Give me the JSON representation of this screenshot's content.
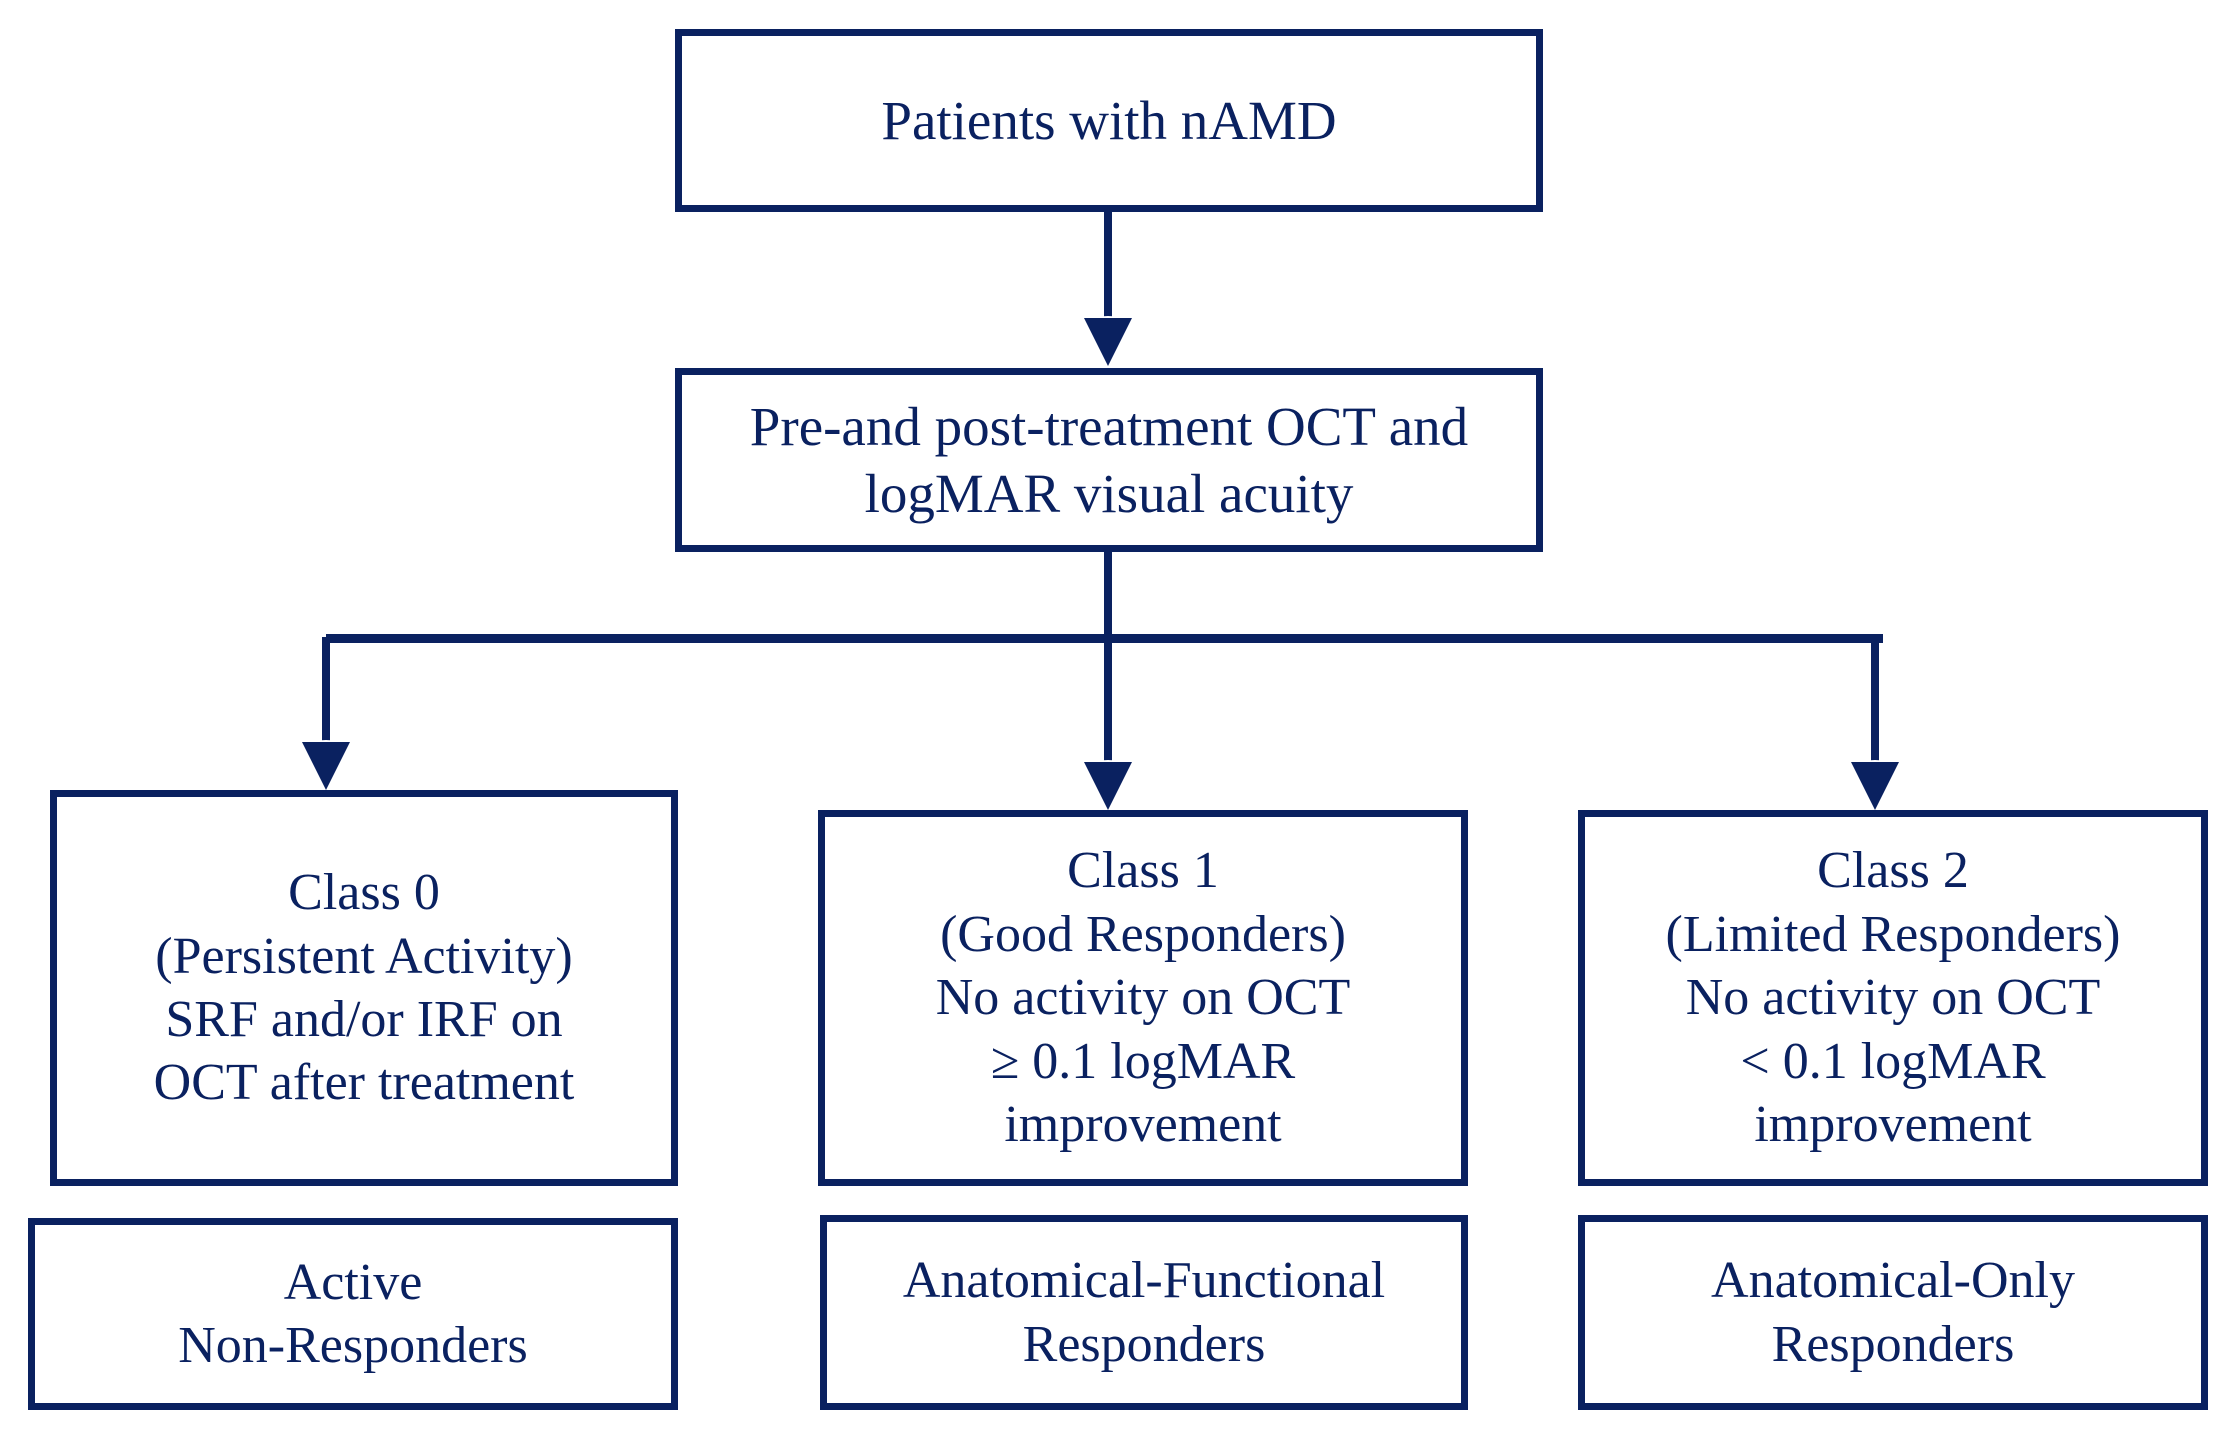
{
  "diagram": {
    "title": "nAMD treatment response classification flowchart",
    "colors": {
      "stroke": "#0a2160",
      "text": "#0a2160",
      "background": "#ffffff"
    },
    "nodes": {
      "root": {
        "text": "Patients with nAMD"
      },
      "assess": {
        "text": "Pre-and post-treatment OCT and\nlogMAR visual acuity"
      },
      "class0": {
        "text": "Class 0\n(Persistent Activity)\nSRF and/or IRF on\nOCT after treatment"
      },
      "class1": {
        "text": "Class 1\n(Good Responders)\nNo activity on OCT\n≥ 0.1 logMAR\nimprovement"
      },
      "class2": {
        "text": "Class 2\n(Limited Responders)\nNo activity on OCT\n< 0.1 logMAR\nimprovement"
      },
      "outcome0": {
        "text": "Active\nNon-Responders"
      },
      "outcome1": {
        "text": "Anatomical-Functional\nResponders"
      },
      "outcome2": {
        "text": "Anatomical-Only\nResponders"
      }
    },
    "edges": [
      {
        "from": "root",
        "to": "assess",
        "style": "arrow-down"
      },
      {
        "from": "assess",
        "to": "class0",
        "style": "bus-arrow-down"
      },
      {
        "from": "assess",
        "to": "class1",
        "style": "bus-arrow-down"
      },
      {
        "from": "assess",
        "to": "class2",
        "style": "bus-arrow-down"
      }
    ]
  }
}
